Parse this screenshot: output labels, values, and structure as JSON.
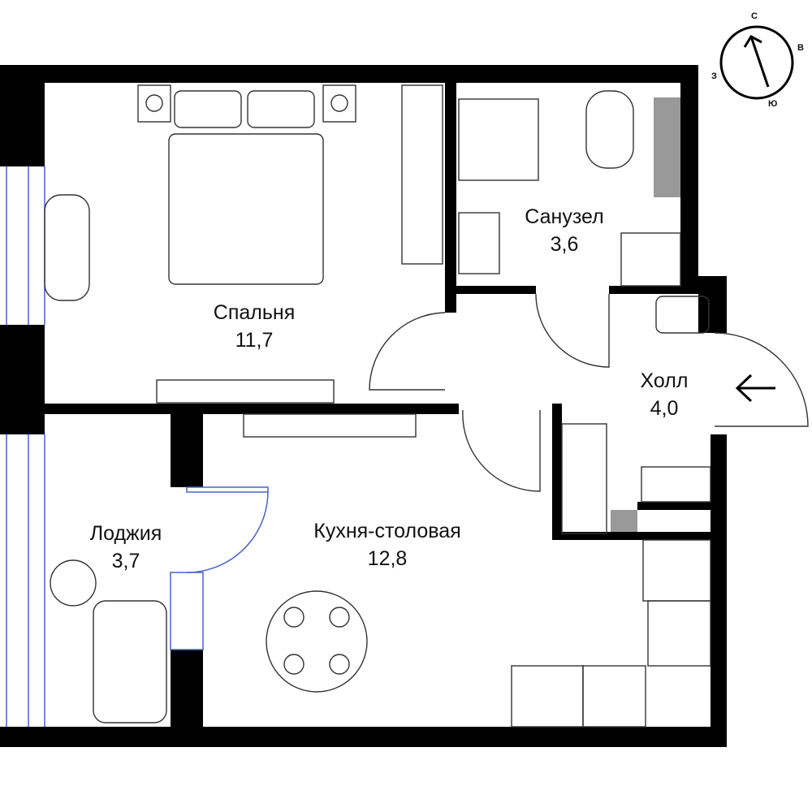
{
  "rooms": [
    {
      "name": "Спальня",
      "area": "11,7"
    },
    {
      "name": "Санузел",
      "area": "3,6"
    },
    {
      "name": "Холл",
      "area": "4,0"
    },
    {
      "name": "Лоджия",
      "area": "3,7"
    },
    {
      "name": "Кухня-столовая",
      "area": "12,8"
    }
  ],
  "compass": {
    "north": "С",
    "east": "В",
    "south": "Ю",
    "west": "З"
  },
  "entrance_icon": "arrow-left-icon",
  "colors": {
    "wall": "#000000",
    "window": "#4a63c8",
    "fixture": "#999999"
  }
}
